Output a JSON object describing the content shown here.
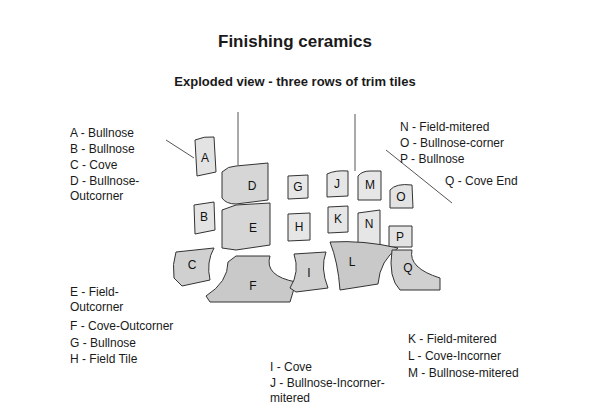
{
  "diagram": {
    "title": "Finishing ceramics",
    "nodes": [
      {
        "text": [
          "A"
        ]
      },
      {
        "text": [
          "D"
        ]
      },
      {
        "text": [
          "G"
        ]
      },
      {
        "text": [
          "J"
        ]
      },
      {
        "text": [
          "M"
        ]
      },
      {
        "text": [
          "O"
        ]
      },
      {
        "text": [
          "B"
        ]
      },
      {
        "text": [
          "E"
        ]
      },
      {
        "text": [
          "H"
        ]
      },
      {
        "text": [
          "K"
        ]
      },
      {
        "text": [
          "N"
        ]
      },
      {
        "text": [
          "P"
        ]
      },
      {
        "text": [
          "C"
        ]
      },
      {
        "text": [
          "F"
        ]
      },
      {
        "text": [
          "I"
        ]
      },
      {
        "text": [
          "L"
        ]
      },
      {
        "text": [
          "Q"
        ]
      }
    ],
    "labels": [
      "Exploded view - three rows of trim tiles",
      "A - Bullnose",
      "B - Bullnose",
      "C - Cove",
      "D - Bullnose- Outcorner",
      "N - Field-mitered",
      "O - Bullnose-corner",
      "P - Bullnose",
      "Q - Cove End",
      "E - Field- Outcorner",
      "F - Cove-Outcorner",
      "G - Bullnose",
      "H - Field Tile",
      "I - Cove",
      "J - Bullnose-Incorner- mitered",
      "K - Field-mitered",
      "L - Cove-Incorner",
      "M - Bullnose-mitered"
    ]
  }
}
